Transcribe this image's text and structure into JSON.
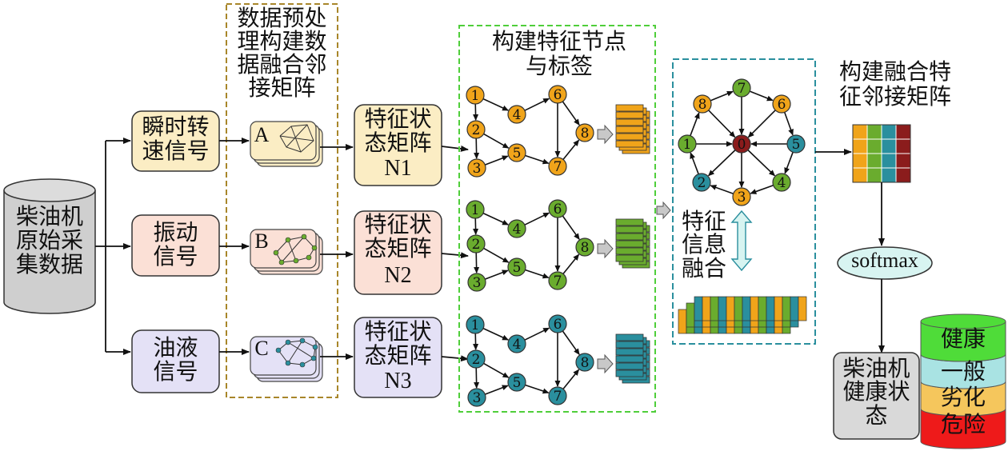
{
  "source": {
    "label": "柴油机\n原始采\n集数据"
  },
  "signals": [
    {
      "label": "瞬时转\n速信号",
      "color": "#fbedc4"
    },
    {
      "label": "振动\n信号",
      "color": "#fbe0d6"
    },
    {
      "label": "油液\n信号",
      "color": "#e4e1f6"
    }
  ],
  "preprocess": {
    "title": "数据预处\n理构建数\n据融合邻\n接矩阵",
    "cards": [
      "A",
      "B",
      "C"
    ]
  },
  "matrices": [
    {
      "line1": "特征状\n态矩阵",
      "line2": "N1"
    },
    {
      "line1": "特征状\n态矩阵",
      "line2": "N2"
    },
    {
      "line1": "特征状\n态矩阵",
      "line2": "N3"
    }
  ],
  "feature_graph": {
    "title": "构建特征节点\n与标签",
    "node_labels": [
      "1",
      "2",
      "3",
      "4",
      "5",
      "6",
      "7",
      "8"
    ],
    "colors": [
      "#f0a41a",
      "#6aac2e",
      "#2a8f9e"
    ]
  },
  "fusion": {
    "node_labels": [
      "0",
      "1",
      "2",
      "3",
      "4",
      "5",
      "6",
      "7",
      "8"
    ],
    "label": "特征\n信息\n融合",
    "center_color": "#8b1c1c"
  },
  "fusion_matrix": {
    "title": "构建融合特\n征邻接矩阵",
    "column_colors": [
      "#f0a41a",
      "#6aac2e",
      "#2a8f9e",
      "#8b1c1c"
    ]
  },
  "softmax": {
    "label": "softmax"
  },
  "health_state": {
    "label": "柴油机\n健康状\n态"
  },
  "levels": [
    {
      "label": "健康",
      "color": "#4fdc39"
    },
    {
      "label": "一般",
      "color": "#a9e3e3"
    },
    {
      "label": "劣化",
      "color": "#f5c65c"
    },
    {
      "label": "危险",
      "color": "#ee1a1a"
    }
  ]
}
